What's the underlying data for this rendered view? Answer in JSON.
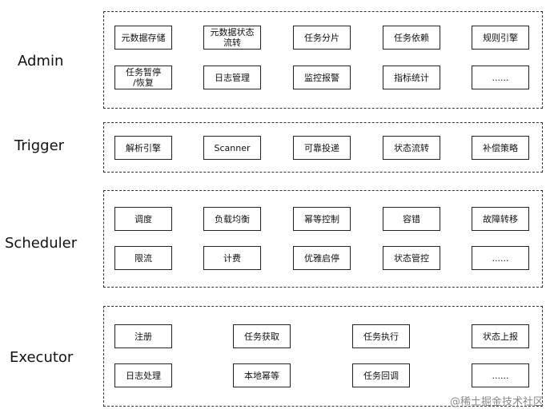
{
  "layers": [
    {
      "label": "Admin",
      "rows": [
        [
          "元数据存储",
          "元数据状态\n流转",
          "任务分片",
          "任务依赖",
          "规则引擎"
        ],
        [
          "任务暂停\n/恢复",
          "日志管理",
          "监控报警",
          "指标统计",
          "......"
        ]
      ]
    },
    {
      "label": "Trigger",
      "rows": [
        [
          "解析引擎",
          "Scanner",
          "可靠投递",
          "状态流转",
          "补偿策略"
        ]
      ]
    },
    {
      "label": "Scheduler",
      "rows": [
        [
          "调度",
          "负载均衡",
          "幂等控制",
          "容错",
          "故障转移"
        ],
        [
          "限流",
          "计费",
          "优雅启停",
          "状态管控",
          "......"
        ]
      ]
    },
    {
      "label": "Executor",
      "rows": [
        [
          "注册",
          "任务获取",
          "任务执行",
          "状态上报"
        ],
        [
          "日志处理",
          "本地幂等",
          "任务回调",
          "......"
        ]
      ]
    }
  ],
  "watermark": "@稀土掘金技术社区"
}
